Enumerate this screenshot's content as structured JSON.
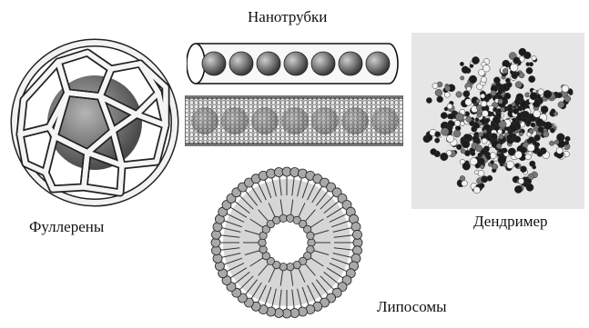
{
  "labels": {
    "nanotubes": "Нанотрубки",
    "fullerenes": "Фуллерены",
    "dendrimer": "Дендример",
    "liposomes": "Липосомы"
  },
  "items": [
    {
      "id": "fullerene",
      "icon": "fullerene-cage"
    },
    {
      "id": "nanotube-schematic",
      "icon": "tube-with-spheres"
    },
    {
      "id": "nanotube-mesh",
      "icon": "mesh-tube-with-spheres"
    },
    {
      "id": "dendrimer",
      "icon": "molecular-cluster"
    },
    {
      "id": "liposome",
      "icon": "lipid-bilayer-sphere"
    }
  ],
  "colors": {
    "ink": "#111111",
    "gray_fill": "#8a8a8a",
    "light_fill": "#d9d9d9",
    "panel_bg": "#e8e8e8"
  }
}
